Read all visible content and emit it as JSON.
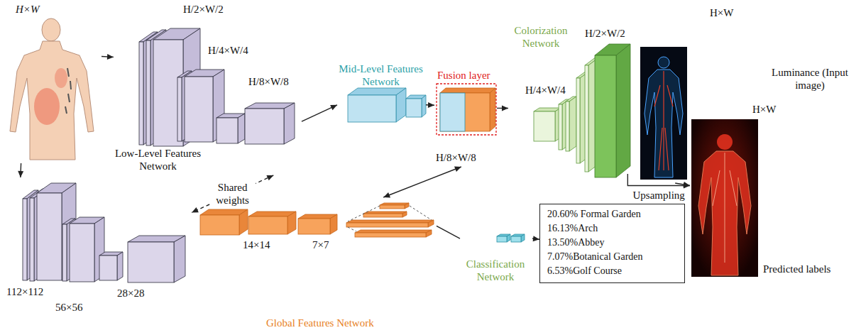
{
  "diagram": {
    "nodes": [
      {
        "text": [
          "H×W"
        ]
      },
      {
        "text": [
          "H/2×W/2",
          "H/4×W/4",
          "H/8×W/8",
          "Low-Level Features Network"
        ]
      },
      {
        "text": [
          "112×112",
          "56×56",
          "28×28"
        ]
      },
      {
        "text": [
          "14×14",
          "7×7",
          "Global Features Network"
        ]
      },
      {
        "text": [
          "Mid-Level Features Network"
        ]
      },
      {
        "text": [
          "Fusion layer",
          "H/8×W/8"
        ]
      },
      {
        "text": [
          "Colorization Network",
          "H/4×W/4",
          "H/2×W/2"
        ]
      },
      {
        "text": [
          "H×W",
          "Luminance (Input image)"
        ]
      },
      {
        "text": [
          "H×W"
        ]
      },
      {
        "text": [
          "Classification Network"
        ]
      },
      {
        "text": [
          "20.60% Formal Garden",
          "16.13%Arch",
          "13.50%Abbey",
          "7.07%Botanical Garden",
          "6.53%Golf Course"
        ]
      }
    ],
    "edges": [
      {
        "from": 0,
        "to": 1,
        "arrow": "to"
      },
      {
        "from": 0,
        "to": 2,
        "arrow": "to"
      },
      {
        "from": 1,
        "to": 2,
        "label": "Shared weights",
        "arrow": "both"
      },
      {
        "from": 1,
        "to": 4,
        "arrow": "to"
      },
      {
        "from": 4,
        "to": 5,
        "arrow": "to"
      },
      {
        "from": 3,
        "to": 5,
        "arrow": "both"
      },
      {
        "from": 5,
        "to": 6,
        "arrow": "to"
      },
      {
        "from": 3,
        "to": 9,
        "arrow": "none"
      },
      {
        "from": 9,
        "to": 10,
        "arrow": "to"
      },
      {
        "from": 6,
        "to": 8,
        "label": "Upsampling",
        "arrow": "to"
      },
      {
        "from": 7,
        "to": 8,
        "arrow": "to"
      }
    ],
    "labels": [
      "Predicted labels"
    ]
  }
}
